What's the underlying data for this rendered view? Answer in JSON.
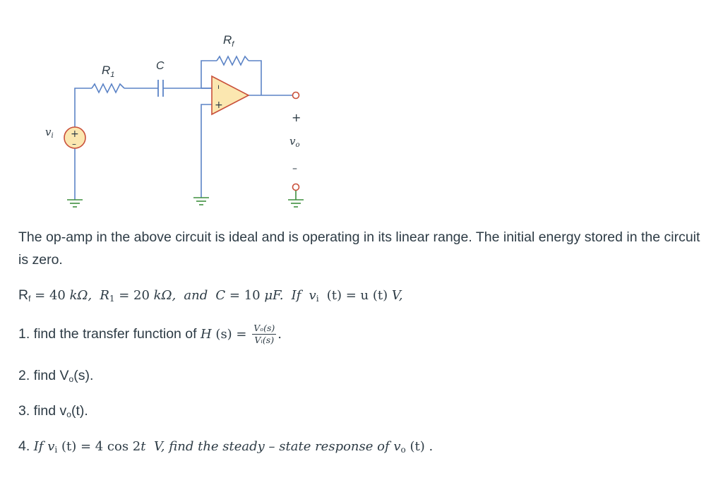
{
  "circuit": {
    "labels": {
      "rf": "R",
      "rf_sub": "f",
      "r1": "R",
      "r1_sub": "1",
      "c": "C",
      "vi": "v",
      "vi_sub": "i",
      "vo": "v",
      "vo_sub": "o",
      "plus_out": "+",
      "minus_out": "–",
      "opamp_minus": "–",
      "opamp_plus": "+",
      "source_plus": "+",
      "source_minus": "–"
    },
    "colors": {
      "wire": "#5b83c6",
      "ground": "#3f8f3f",
      "opamp_fill": "#fbe7b0",
      "opamp_stroke": "#c9503a",
      "source_fill": "#fbe7b0",
      "source_stroke": "#c9503a",
      "terminal": "#c9503a"
    }
  },
  "problem": {
    "intro": "The op-amp in the above circuit is ideal and is operating in its linear range. The initial energy stored in the circuit is zero.",
    "given": {
      "rf_label": "R",
      "rf_sub": "f",
      "rf_eq": " = 40 ",
      "rf_unit": "kΩ,",
      "r1_label": "R",
      "r1_sub": "1",
      "r1_eq": " = 20 ",
      "r1_unit": "kΩ,",
      "and": "and",
      "c_label": "C",
      "c_eq": " = 10 ",
      "c_unit": "μF.",
      "if": "If",
      "vi_label": "v",
      "vi_sub": "i",
      "t_expr": "(t) = u (t) ",
      "v_unit": "V,"
    },
    "q1": {
      "text": "1. find the transfer function of ",
      "h": "H",
      "h_arg": " (s) = ",
      "num": "Vₒ(s)",
      "den": "Vᵢ(s)",
      "end": "."
    },
    "q2": {
      "pre": "2. find V",
      "sub": "o",
      "post": "(s)."
    },
    "q3": {
      "pre": "3. find v",
      "sub": "o",
      "post": "(t)."
    },
    "q4": {
      "num": "4. ",
      "if": "If",
      "vi": "v",
      "vi_sub": "i",
      "expr": " (t) = 4 cos 2",
      "t": "t",
      "v": " V,",
      "rest": " find the steady – state response of ",
      "vo": "v",
      "vo_sub": "o",
      "end": " (t) ."
    }
  }
}
